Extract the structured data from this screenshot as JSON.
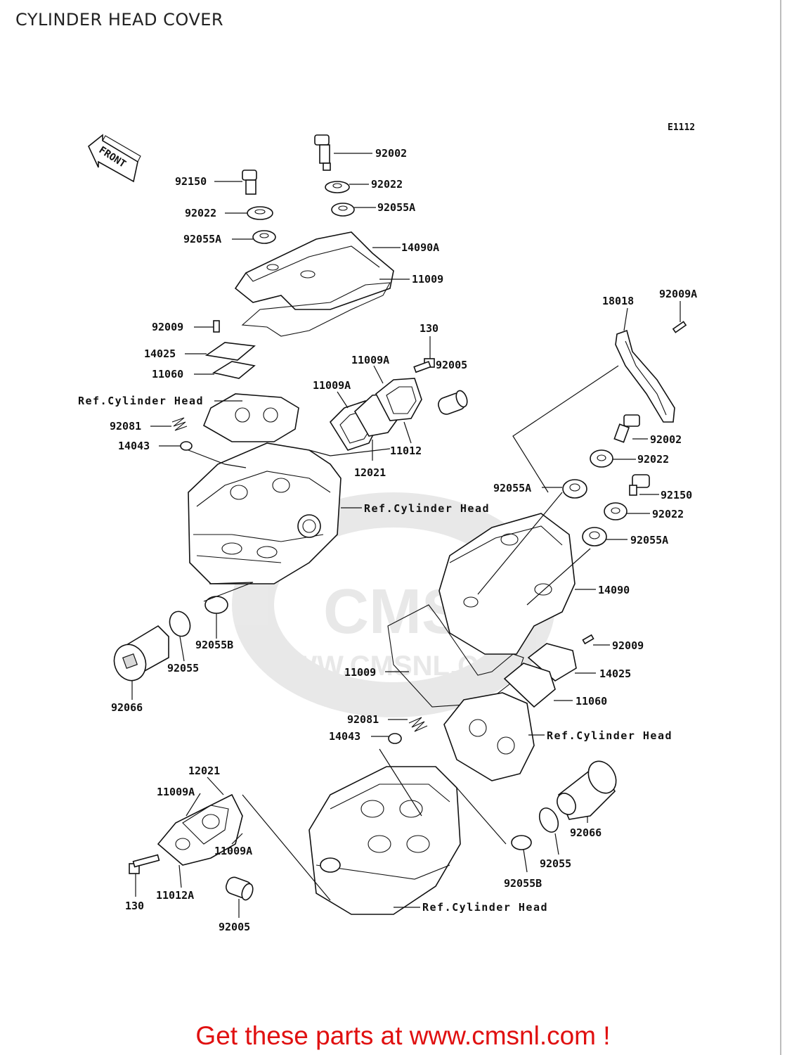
{
  "page": {
    "title": "CYLINDER HEAD COVER"
  },
  "diagram": {
    "code": "E1112",
    "front_label": "FRONT",
    "watermark": "WWW.CMSNL.COM",
    "labels": [
      {
        "id": "92002-top",
        "text": "92002"
      },
      {
        "id": "92022-top",
        "text": "92022"
      },
      {
        "id": "92055a-top",
        "text": "92055A"
      },
      {
        "id": "14090a",
        "text": "14090A"
      },
      {
        "id": "11009-top",
        "text": "11009"
      },
      {
        "id": "92150-left",
        "text": "92150"
      },
      {
        "id": "92022-left",
        "text": "92022"
      },
      {
        "id": "92055a-left",
        "text": "92055A"
      },
      {
        "id": "92009-left",
        "text": "92009"
      },
      {
        "id": "14025-left",
        "text": "14025"
      },
      {
        "id": "11060-left",
        "text": "11060"
      },
      {
        "id": "ref-cyl-head-1",
        "text": "Ref.Cylinder Head"
      },
      {
        "id": "92081-left",
        "text": "92081"
      },
      {
        "id": "14043-left",
        "text": "14043"
      },
      {
        "id": "130-top",
        "text": "130"
      },
      {
        "id": "11009a-a",
        "text": "11009A"
      },
      {
        "id": "11009a-b",
        "text": "11009A"
      },
      {
        "id": "92005-top",
        "text": "92005"
      },
      {
        "id": "11012",
        "text": "11012"
      },
      {
        "id": "12021-top",
        "text": "12021"
      },
      {
        "id": "ref-cyl-head-2",
        "text": "Ref.Cylinder Head"
      },
      {
        "id": "92055b-left",
        "text": "92055B"
      },
      {
        "id": "92055-left",
        "text": "92055"
      },
      {
        "id": "92066-left",
        "text": "92066"
      },
      {
        "id": "18018",
        "text": "18018"
      },
      {
        "id": "92009a",
        "text": "92009A"
      },
      {
        "id": "92002-right",
        "text": "92002"
      },
      {
        "id": "92022-right-a",
        "text": "92022"
      },
      {
        "id": "92055a-right-a",
        "text": "92055A"
      },
      {
        "id": "92150-right",
        "text": "92150"
      },
      {
        "id": "92022-right-b",
        "text": "92022"
      },
      {
        "id": "92055a-right-b",
        "text": "92055A"
      },
      {
        "id": "14090",
        "text": "14090"
      },
      {
        "id": "92009-right",
        "text": "92009"
      },
      {
        "id": "14025-right",
        "text": "14025"
      },
      {
        "id": "11009-bottom",
        "text": "11009"
      },
      {
        "id": "11060-right",
        "text": "11060"
      },
      {
        "id": "92081-right",
        "text": "92081"
      },
      {
        "id": "14043-right",
        "text": "14043"
      },
      {
        "id": "ref-cyl-head-3",
        "text": "Ref.Cylinder Head"
      },
      {
        "id": "12021-bottom",
        "text": "12021"
      },
      {
        "id": "11009a-c",
        "text": "11009A"
      },
      {
        "id": "11009a-d",
        "text": "11009A"
      },
      {
        "id": "130-bottom",
        "text": "130"
      },
      {
        "id": "11012a",
        "text": "11012A"
      },
      {
        "id": "92005-bottom",
        "text": "92005"
      },
      {
        "id": "92066-right",
        "text": "92066"
      },
      {
        "id": "92055-right",
        "text": "92055"
      },
      {
        "id": "92055b-right",
        "text": "92055B"
      },
      {
        "id": "ref-cyl-head-4",
        "text": "Ref.Cylinder Head"
      }
    ]
  },
  "footer": {
    "promo": "Get these parts at www.cmsnl.com !"
  }
}
